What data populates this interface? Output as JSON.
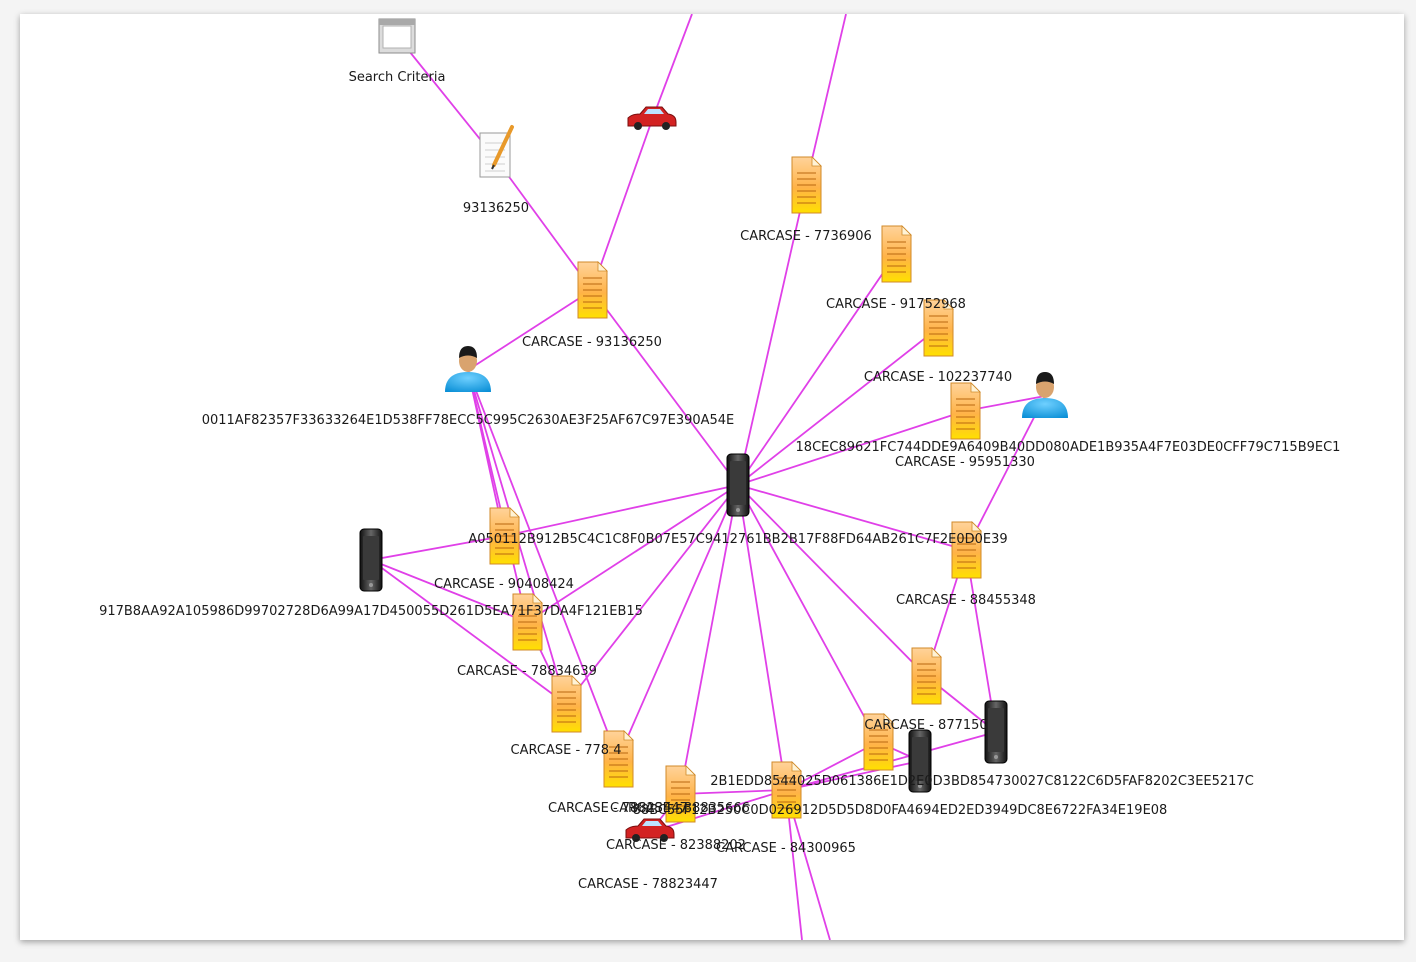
{
  "accent": "#e040e8",
  "nodes": [
    {
      "id": "search",
      "type": "search",
      "label": "Search Criteria"
    },
    {
      "id": "note",
      "type": "note",
      "label": "93136250"
    },
    {
      "id": "car1",
      "type": "car",
      "label": ""
    },
    {
      "id": "d93136250",
      "type": "doc",
      "label": "CARCASE - 93136250"
    },
    {
      "id": "d7736906",
      "type": "doc",
      "label": "CARCASE - 7736906"
    },
    {
      "id": "d91752968",
      "type": "doc",
      "label": "CARCASE - 91752968"
    },
    {
      "id": "d102237740",
      "type": "doc",
      "label": "CARCASE - 102237740"
    },
    {
      "id": "p1",
      "type": "person",
      "label": "0011AF82357F33633264E1D538FF78ECC5C995C2630AE3F25AF67C97E390A54E"
    },
    {
      "id": "p2",
      "type": "person",
      "label": "18CEC89621FC744DDE9A6409B40DD080ADE1B935A4F7E03DE0CFF79C715B9EC1"
    },
    {
      "id": "d95951330",
      "type": "doc",
      "label": "CARCASE - 95951330"
    },
    {
      "id": "phone_center",
      "type": "phone",
      "label": "A050112B912B5C4C1C8F0B07E57C9412761BB2B17F88FD64AB261C7F2E0D0E39"
    },
    {
      "id": "d90408424",
      "type": "doc",
      "label": "CARCASE - 90408424"
    },
    {
      "id": "phone_left",
      "type": "phone",
      "label": "917B8AA92A105986D99702728D6A99A17D450055D261D5EA71F37DA4F121EB15"
    },
    {
      "id": "d88455348",
      "type": "doc",
      "label": "CARCASE - 88455348"
    },
    {
      "id": "d78834639",
      "type": "doc",
      "label": "CARCASE - 78834639"
    },
    {
      "id": "d877150",
      "type": "doc",
      "label": "CARCASE - 877150"
    },
    {
      "id": "d7784",
      "type": "doc",
      "label": "CARCASE - 778  4"
    },
    {
      "id": "d78823447a",
      "type": "doc",
      "label": "CARCASE - 78823447"
    },
    {
      "id": "phone_r1",
      "type": "phone",
      "label": "2B1EDD8544025D061386E1D2E0D3BD854730027C8122C6D5FAF8202C3EE5217C"
    },
    {
      "id": "phone_r2",
      "type": "phone",
      "label": "88BC55F12B250C0D026912D5D5D8D0FA4694ED2ED3949DC8E6722FA34E19E08"
    },
    {
      "id": "d88835666",
      "type": "doc",
      "label": "CARCASE - 88835666"
    },
    {
      "id": "d84300965",
      "type": "doc",
      "label": "CARCASE - 84300965"
    },
    {
      "id": "car2",
      "type": "car",
      "label": "CARCASE - 82388202"
    },
    {
      "id": "d78823447b",
      "type": "doc",
      "label": "CARCASE - 78823447"
    }
  ]
}
